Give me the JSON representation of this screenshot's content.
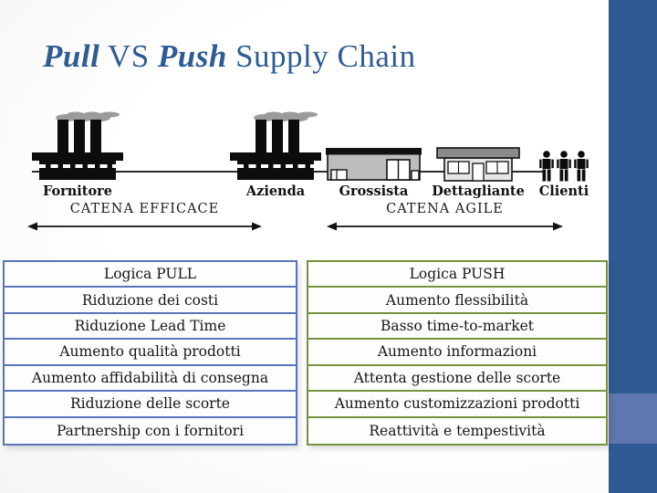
{
  "title": {
    "pull": "Pull",
    "vs": " VS ",
    "push": "Push",
    "suffix": " Supply Chain"
  },
  "colors": {
    "title_blue": "#2E5B94",
    "sidebar_blue": "#2E5B94",
    "sidebar_accent_light_blue": "#5F77B0",
    "pull_table_border_blue": "#5B74B8",
    "push_table_border_green": "#76923C"
  },
  "diagram": {
    "nodes": [
      {
        "label": "Fornitore",
        "icon": "factory-icon"
      },
      {
        "label": "Azienda",
        "icon": "factory-icon"
      },
      {
        "label": "Grossista",
        "icon": "warehouse-icon"
      },
      {
        "label": "Dettagliante",
        "icon": "storefront-icon"
      },
      {
        "label": "Clienti",
        "icon": "people-icon"
      }
    ],
    "chains": [
      {
        "label": "CATENA EFFICACE"
      },
      {
        "label": "CATENA AGILE"
      }
    ]
  },
  "pull_table": {
    "rows": [
      "Logica PULL",
      "Riduzione dei costi",
      "Riduzione Lead Time",
      "Aumento qualità prodotti",
      "Aumento affidabilità di consegna",
      "Riduzione delle scorte",
      "Partnership con i fornitori"
    ]
  },
  "push_table": {
    "rows": [
      "Logica PUSH",
      "Aumento flessibilità",
      "Basso time-to-market",
      "Aumento informazioni",
      "Attenta gestione delle scorte",
      "Aumento customizzazioni prodotti",
      "Reattività e tempestività"
    ]
  }
}
